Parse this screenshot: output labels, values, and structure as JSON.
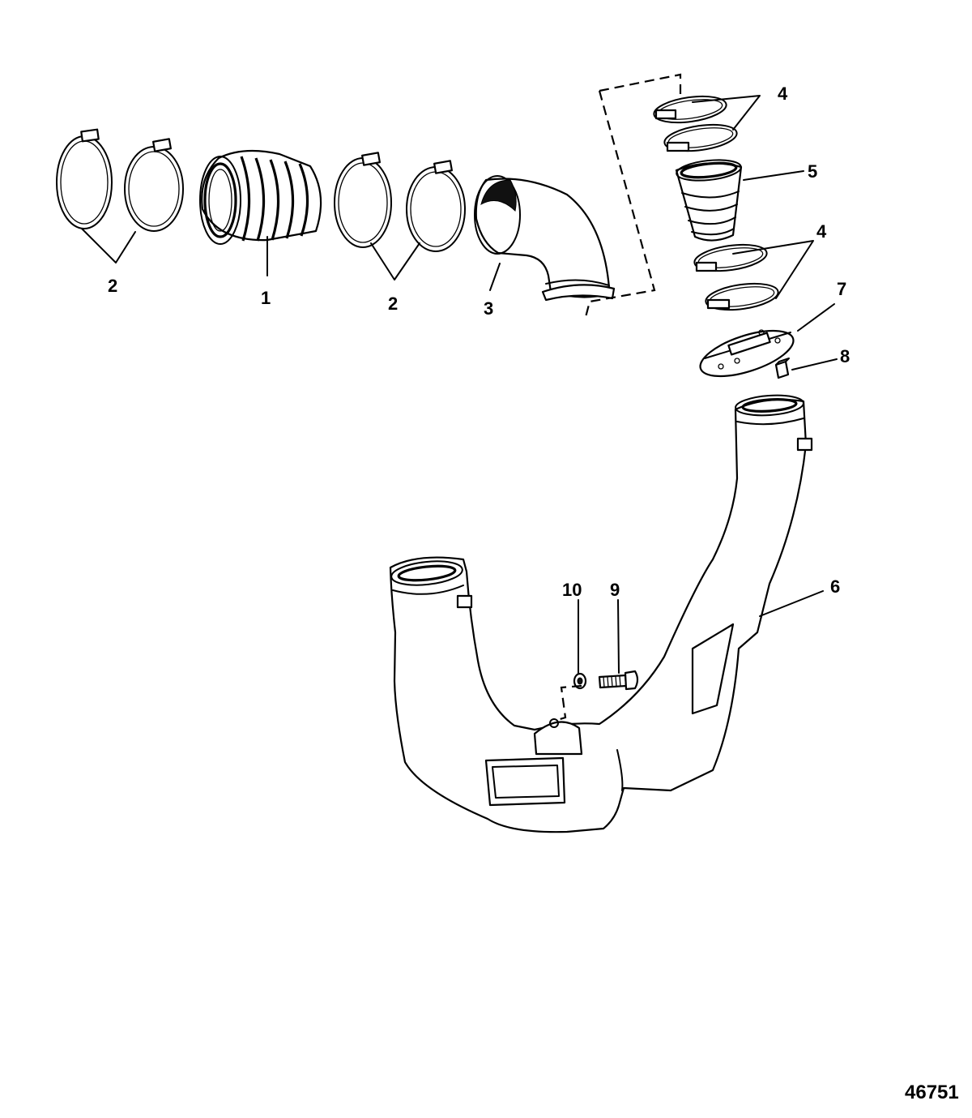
{
  "figure_id": "46751",
  "callouts": {
    "c1": "1",
    "c2a": "2",
    "c2b": "2",
    "c3": "3",
    "c4a": "4",
    "c4b": "4",
    "c5": "5",
    "c6": "6",
    "c7": "7",
    "c8": "8",
    "c9": "9",
    "c10": "10"
  }
}
